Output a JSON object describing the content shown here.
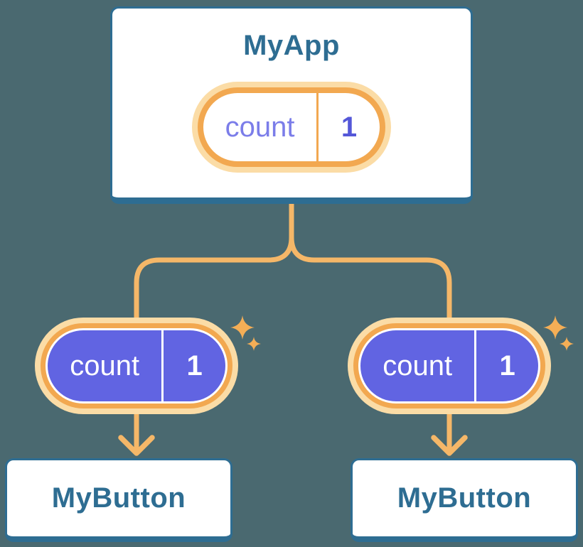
{
  "diagram": {
    "root": {
      "title": "MyApp",
      "state": {
        "key": "count",
        "value": "1"
      }
    },
    "children": [
      {
        "title": "MyButton",
        "prop": {
          "key": "count",
          "value": "1"
        }
      },
      {
        "title": "MyButton",
        "prop": {
          "key": "count",
          "value": "1"
        }
      }
    ],
    "icons": {
      "sparkle": "✦",
      "arrow_down": "↓"
    },
    "colors": {
      "background": "#4a6970",
      "card_fill": "#ffffff",
      "card_border": "#2e6d92",
      "title_text": "#2e6d92",
      "pill_fill_purple": "#6164e2",
      "pill_ring_orange": "#f2a850",
      "pill_halo": "#fbdca6",
      "connector_orange": "#f5b768",
      "sparkle_orange": "#f4ae56",
      "state_key_text": "#7b7de9",
      "state_value_text": "#5457d8",
      "props_text": "#ffffff"
    }
  }
}
